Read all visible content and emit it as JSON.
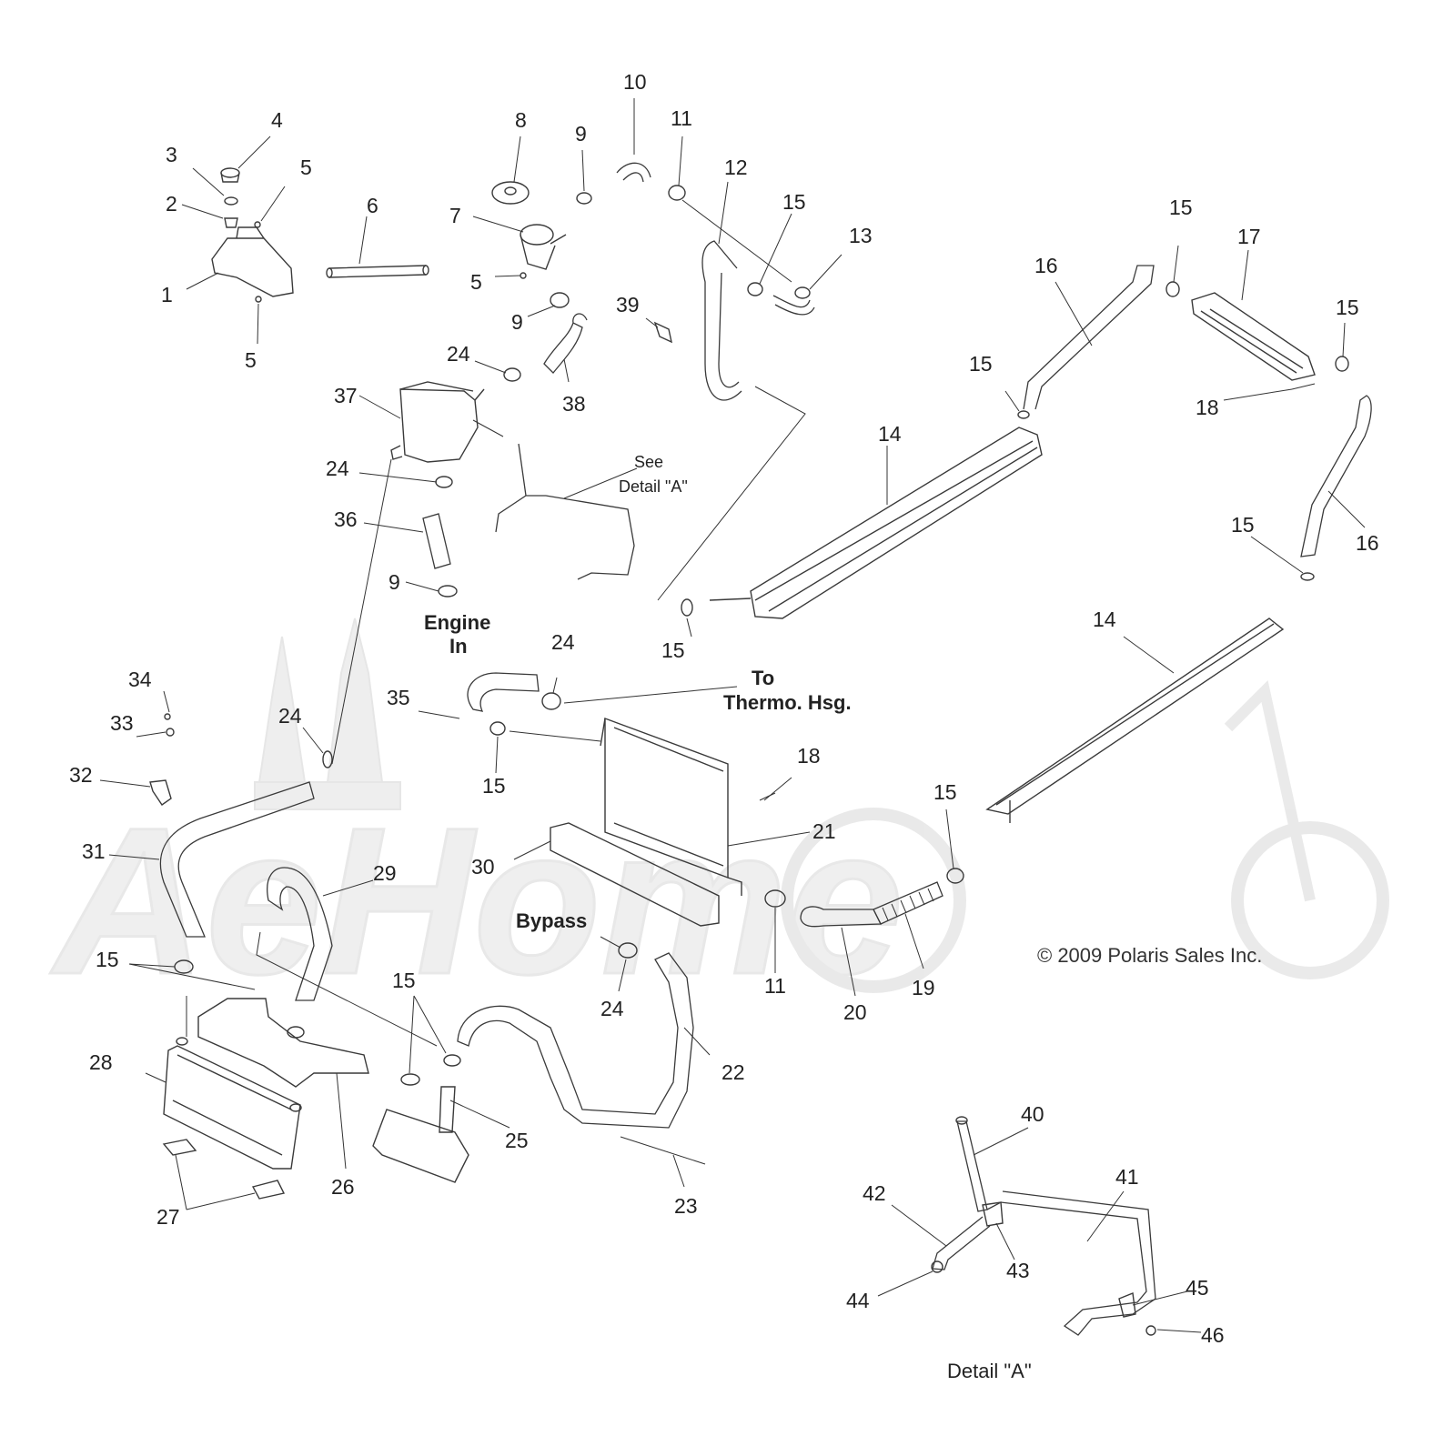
{
  "watermark": "AeHome",
  "copyright": "© 2009 Polaris Sales Inc.",
  "notes": {
    "see_detail_1": "See",
    "see_detail_2": "Detail \"A\"",
    "engine_in_1": "Engine",
    "engine_in_2": "In",
    "to_thermo_1": "To",
    "to_thermo_2": "Thermo. Hsg.",
    "bypass": "Bypass",
    "detail_a": "Detail \"A\""
  },
  "callouts": [
    {
      "id": "c1",
      "label": "1"
    },
    {
      "id": "c2",
      "label": "2"
    },
    {
      "id": "c3",
      "label": "3"
    },
    {
      "id": "c4",
      "label": "4"
    },
    {
      "id": "c5a",
      "label": "5"
    },
    {
      "id": "c5b",
      "label": "5"
    },
    {
      "id": "c5c",
      "label": "5"
    },
    {
      "id": "c6",
      "label": "6"
    },
    {
      "id": "c7",
      "label": "7"
    },
    {
      "id": "c8",
      "label": "8"
    },
    {
      "id": "c9a",
      "label": "9"
    },
    {
      "id": "c9b",
      "label": "9"
    },
    {
      "id": "c9c",
      "label": "9"
    },
    {
      "id": "c10",
      "label": "10"
    },
    {
      "id": "c11a",
      "label": "11"
    },
    {
      "id": "c11b",
      "label": "11"
    },
    {
      "id": "c12",
      "label": "12"
    },
    {
      "id": "c13",
      "label": "13"
    },
    {
      "id": "c14a",
      "label": "14"
    },
    {
      "id": "c14b",
      "label": "14"
    },
    {
      "id": "c15a",
      "label": "15"
    },
    {
      "id": "c15b",
      "label": "15"
    },
    {
      "id": "c15c",
      "label": "15"
    },
    {
      "id": "c15d",
      "label": "15"
    },
    {
      "id": "c15e",
      "label": "15"
    },
    {
      "id": "c15f",
      "label": "15"
    },
    {
      "id": "c15g",
      "label": "15"
    },
    {
      "id": "c15h",
      "label": "15"
    },
    {
      "id": "c15i",
      "label": "15"
    },
    {
      "id": "c15j",
      "label": "15"
    },
    {
      "id": "c16a",
      "label": "16"
    },
    {
      "id": "c16b",
      "label": "16"
    },
    {
      "id": "c17",
      "label": "17"
    },
    {
      "id": "c18a",
      "label": "18"
    },
    {
      "id": "c18b",
      "label": "18"
    },
    {
      "id": "c19",
      "label": "19"
    },
    {
      "id": "c20",
      "label": "20"
    },
    {
      "id": "c21",
      "label": "21"
    },
    {
      "id": "c22",
      "label": "22"
    },
    {
      "id": "c23",
      "label": "23"
    },
    {
      "id": "c24a",
      "label": "24"
    },
    {
      "id": "c24b",
      "label": "24"
    },
    {
      "id": "c24c",
      "label": "24"
    },
    {
      "id": "c24d",
      "label": "24"
    },
    {
      "id": "c24e",
      "label": "24"
    },
    {
      "id": "c25",
      "label": "25"
    },
    {
      "id": "c26",
      "label": "26"
    },
    {
      "id": "c27",
      "label": "27"
    },
    {
      "id": "c28",
      "label": "28"
    },
    {
      "id": "c29",
      "label": "29"
    },
    {
      "id": "c30",
      "label": "30"
    },
    {
      "id": "c31",
      "label": "31"
    },
    {
      "id": "c32",
      "label": "32"
    },
    {
      "id": "c33",
      "label": "33"
    },
    {
      "id": "c34",
      "label": "34"
    },
    {
      "id": "c35",
      "label": "35"
    },
    {
      "id": "c36",
      "label": "36"
    },
    {
      "id": "c37",
      "label": "37"
    },
    {
      "id": "c38",
      "label": "38"
    },
    {
      "id": "c39",
      "label": "39"
    },
    {
      "id": "c40",
      "label": "40"
    },
    {
      "id": "c41",
      "label": "41"
    },
    {
      "id": "c42",
      "label": "42"
    },
    {
      "id": "c43",
      "label": "43"
    },
    {
      "id": "c44",
      "label": "44"
    },
    {
      "id": "c45",
      "label": "45"
    },
    {
      "id": "c46",
      "label": "46"
    }
  ]
}
